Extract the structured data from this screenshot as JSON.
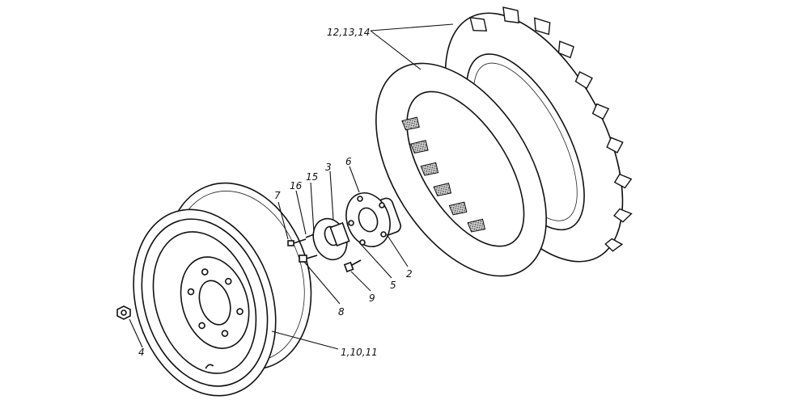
{
  "callouts": {
    "tire": "12,13,14",
    "rim": "1,10,11",
    "nut": "4",
    "bolt_8": "8",
    "bolt_7": "7",
    "item_16": "16",
    "item_15": "15",
    "disc_3": "3",
    "hub_6": "6",
    "item_2": "2",
    "item_5": "5",
    "bolt_9": "9"
  },
  "colors": {
    "ink": "#111111",
    "paper": "#ffffff",
    "stipple": "#555555"
  }
}
